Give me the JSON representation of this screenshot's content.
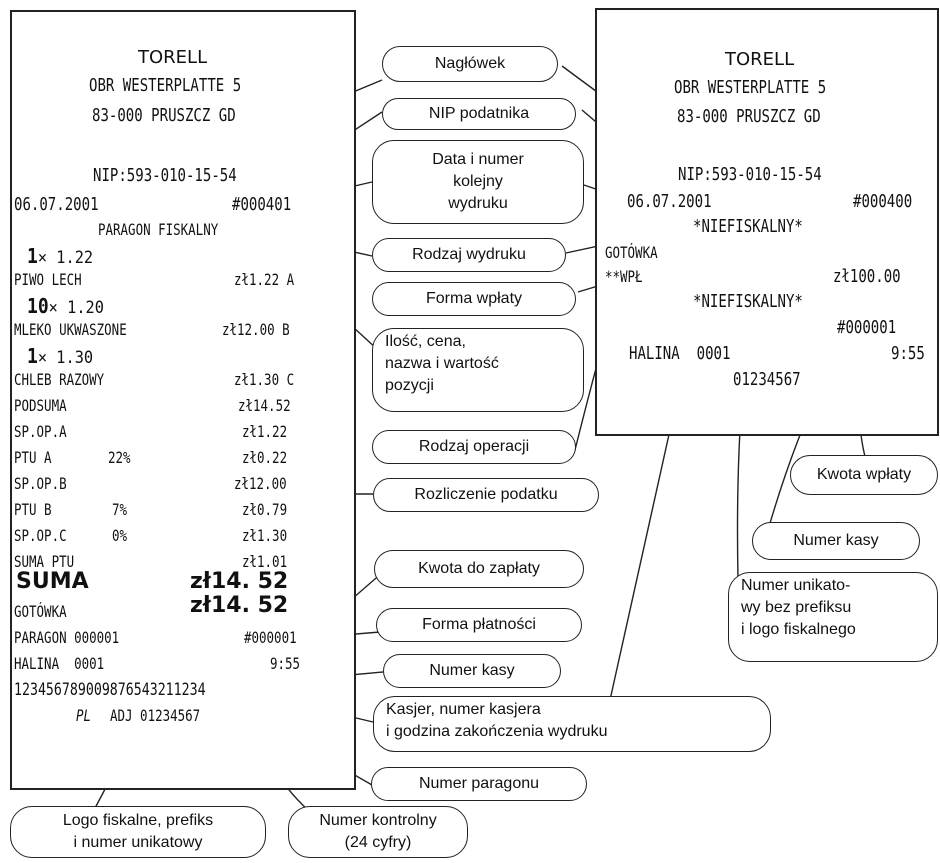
{
  "fiscal_receipt": {
    "header_name": "TORELL",
    "header_street": "OBR WESTERPLATTE 5",
    "header_city": "83-000 PRUSZCZ GD",
    "nip": "NIP:593-010-15-54",
    "date": "06.07.2001",
    "print_no": "#000401",
    "print_type": "PARAGON FISKALNY",
    "items": [
      {
        "qty": "1",
        "price": "× 1.22",
        "name": "PIWO LECH",
        "value": "zł1.22 A"
      },
      {
        "qty": "10",
        "price": "× 1.20",
        "name": "MLEKO UKWASZONE",
        "value": "zł12.00 B"
      },
      {
        "qty": "1",
        "price": "× 1.30",
        "name": "CHLEB RAZOWY",
        "value": "zł1.30 C"
      }
    ],
    "subtotal_label": "PODSUMA",
    "subtotal_value": "zł14.52",
    "tax_rows": [
      {
        "label": "SP.OP.A",
        "rate": "",
        "value": "zł1.22"
      },
      {
        "label": "PTU A",
        "rate": "22%",
        "value": "zł0.22"
      },
      {
        "label": "SP.OP.B",
        "rate": "",
        "value": "zł12.00"
      },
      {
        "label": "PTU B",
        "rate": "7%",
        "value": "zł0.79"
      },
      {
        "label": "SP.OP.C",
        "rate": "0%",
        "value": "zł1.30"
      },
      {
        "label": "SUMA PTU",
        "rate": "",
        "value": "zł1.01"
      }
    ],
    "total_label": "SUMA",
    "total_value": "zł14. 52",
    "payment_label": "GOTÓWKA",
    "payment_value": "zł14. 52",
    "receipt_label": "PARAGON 000001",
    "register_no": "#000001",
    "cashier": "HALINA  0001",
    "time": "9:55",
    "control_no": "123456789009876543211234",
    "fiscal_logo": "PL",
    "unique_no": "ADJ 01234567"
  },
  "nonfiscal_receipt": {
    "header_name": "TORELL",
    "header_street": "OBR WESTERPLATTE 5",
    "header_city": "83-000 PRUSZCZ GD",
    "nip": "NIP:593-010-15-54",
    "date": "06.07.2001",
    "print_no": "#000400",
    "print_type": "*NIEFISKALNY*",
    "payment_form": "GOTÓWKA",
    "operation": "**WPŁ",
    "amount": "zł100.00",
    "print_type_2": "*NIEFISKALNY*",
    "register_no": "#000001",
    "cashier": "HALINA  0001",
    "time": "9:55",
    "unique_no": "01234567"
  },
  "callouts": {
    "header": "Nagłówek",
    "nip": "NIP podatnika",
    "date_number": [
      "Data i numer",
      "kolejny",
      "wydruku"
    ],
    "print_type": "Rodzaj wydruku",
    "payment_deposit": "Forma wpłaty",
    "qty_price": [
      "Ilość, cena,",
      "nazwa i wartość",
      "pozycji"
    ],
    "operation": "Rodzaj operacji",
    "tax": "Rozliczenie podatku",
    "amount_due": "Kwota do zapłaty",
    "payment_form": "Forma płatności",
    "register_left": "Numer kasy",
    "cashier_time": [
      "Kasjer, numer kasjera",
      "i godzina zakończenia wydruku"
    ],
    "receipt_no": "Numer paragonu",
    "logo": [
      "Logo fiskalne, prefiks",
      "i numer unikatowy"
    ],
    "control": [
      "Numer kontrolny",
      "(24 cyfry)"
    ],
    "deposit_amount": "Kwota wpłaty",
    "register_right": "Numer kasy",
    "unique_no": [
      "Numer unikato-",
      "wy bez prefiksu",
      "i logo fiskalnego"
    ]
  }
}
